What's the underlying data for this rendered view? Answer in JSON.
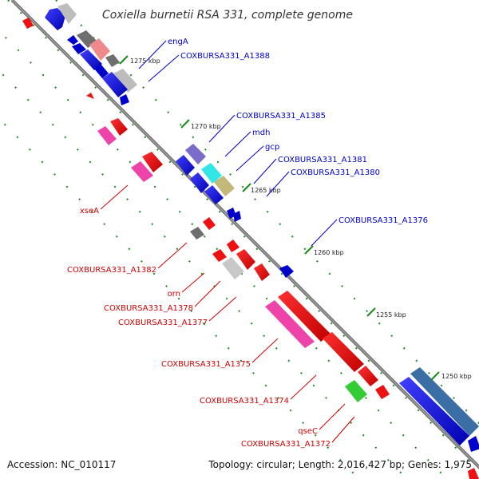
{
  "title": "Coxiella burnetii RSA 331, complete genome",
  "footer": {
    "accession": "Accession: NC_010117",
    "summary": "Topology: circular; Length: 2,016,427 bp; Genes: 1,975"
  },
  "colors": {
    "forward_labels": "#0000cc",
    "reverse_labels": "#cc0000",
    "backbone": "#808080",
    "tick": "#1a8a1a"
  },
  "kbp_markers": [
    "1275 kbp",
    "1270 kbp",
    "1265 kbp",
    "1260 kbp",
    "1255 kbp",
    "1250 kbp"
  ],
  "genes": {
    "engA": "engA",
    "a1388": "COXBURSA331_A1388",
    "a1385": "COXBURSA331_A1385",
    "mdh": "mdh",
    "gcp": "gcp",
    "a1381": "COXBURSA331_A1381",
    "a1380": "COXBURSA331_A1380",
    "a1376": "COXBURSA331_A1376",
    "xseA": "xseA",
    "a1382": "COXBURSA331_A1382",
    "orn": "orn",
    "a1378": "COXBURSA331_A1378",
    "a1377": "COXBURSA331_A1377",
    "a1375": "COXBURSA331_A1375",
    "a1374": "COXBURSA331_A1374",
    "qseC": "qseC",
    "a1372": "COXBURSA331_A1372"
  }
}
